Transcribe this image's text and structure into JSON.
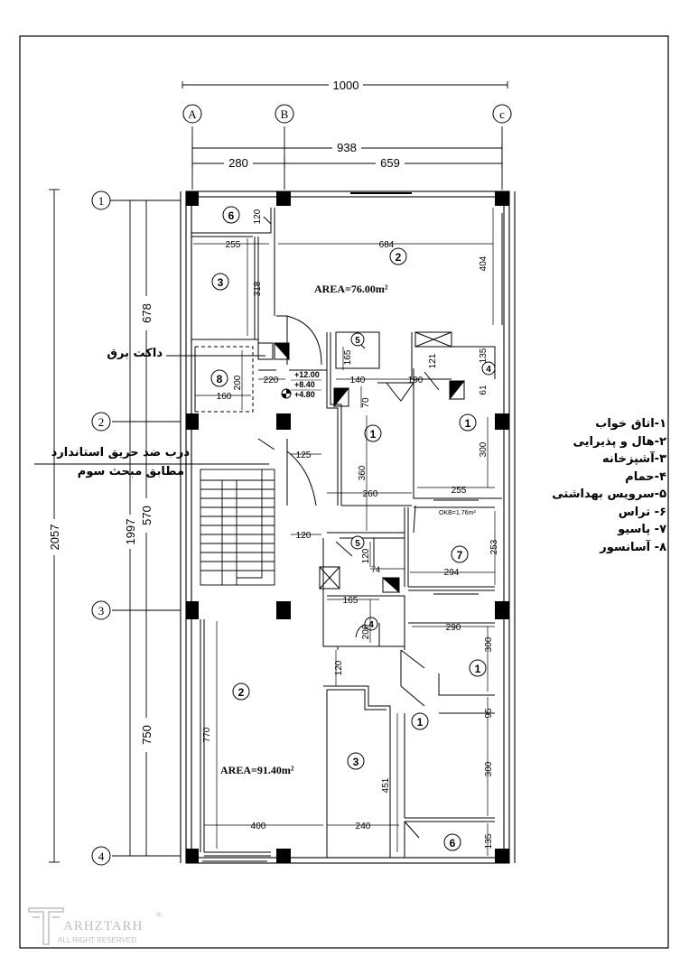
{
  "dimensions": {
    "overall_width": "1000",
    "inner_width": "938",
    "bay_ab": "280",
    "bay_bc": "659",
    "overall_height": "2057",
    "inner_height": "1997",
    "bay_12": "678",
    "bay_23": "570",
    "bay_34": "750"
  },
  "grid_axes": {
    "columns": [
      "A",
      "B",
      "c"
    ],
    "rows": [
      "1",
      "2",
      "3",
      "4"
    ]
  },
  "areas": {
    "upper": "AREA=76.00m²",
    "lower": "AREA=91.40m²"
  },
  "elevations": [
    "+12.00",
    "+8.40",
    "+4.80"
  ],
  "skylight_label": "OKB=1.76m²",
  "room_tags": [
    "6",
    "3",
    "2",
    "8",
    "5",
    "4",
    "1",
    "1",
    "5",
    "7",
    "4",
    "1",
    "2",
    "3",
    "1",
    "6"
  ],
  "inner_dims": [
    "120",
    "255",
    "684",
    "404",
    "318",
    "135",
    "165",
    "140",
    "190",
    "121",
    "200",
    "220",
    "160",
    "70",
    "61",
    "125",
    "360",
    "300",
    "260",
    "255",
    "120",
    "120",
    "74",
    "294",
    "253",
    "165",
    "206",
    "290",
    "300",
    "120",
    "770",
    "451",
    "95",
    "300",
    "400",
    "240",
    "135"
  ],
  "notes": {
    "duct": "داکت برق",
    "fire_door_line1": "درب ضد حریق استاندارد",
    "fire_door_line2": "مطابق مبحث سوم"
  },
  "legend": [
    "۱-اتاق خواب",
    "۲-هال و پذیرایی",
    "۳-آشپزخانه",
    "۴-حمام",
    "۵-سرویس بهداشتی",
    "۶- تراس",
    "۷- پاسیو",
    "۸- آسانسور"
  ],
  "watermark": {
    "brand": "ARHZTARH",
    "sub": "ALL RIGHT RESERVED",
    "mark": "®"
  }
}
